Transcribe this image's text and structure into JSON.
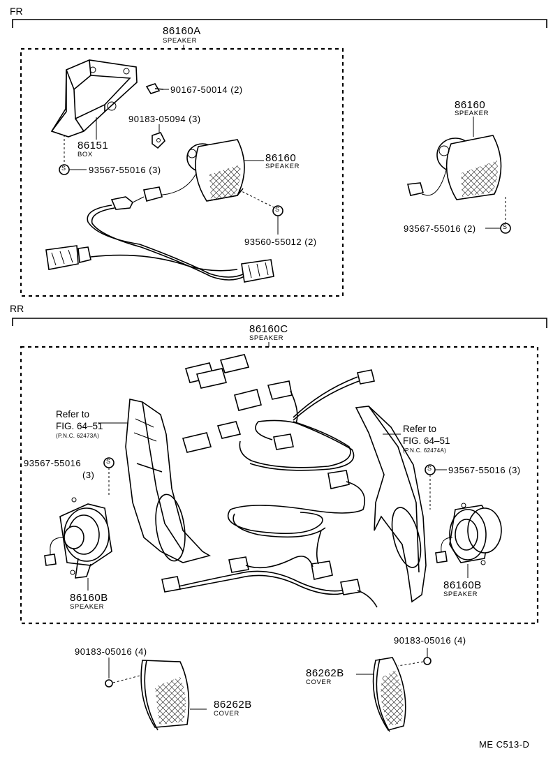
{
  "sections": {
    "fr": "FR",
    "rr": "RR"
  },
  "fr": {
    "assy": {
      "pn": "86160A",
      "name": "SPEAKER"
    },
    "bolt": "90167-50014 (2)",
    "nut": "90183-05094 (3)",
    "box": {
      "pn": "86151",
      "name": "BOX"
    },
    "screw_box": "93567-55016 (3)",
    "speaker_inner": {
      "pn": "86160",
      "name": "SPEAKER"
    },
    "screw_inner": "93560-55012 (2)",
    "speaker_outer": {
      "pn": "86160",
      "name": "SPEAKER"
    },
    "screw_outer": "93567-55016 (2)"
  },
  "rr": {
    "assy": {
      "pn": "86160C",
      "name": "SPEAKER"
    },
    "refer_left": {
      "line1": "Refer to",
      "line2": "FIG. 64–51",
      "line3": "(P.N.C. 62473A)"
    },
    "refer_right": {
      "line1": "Refer to",
      "line2": "FIG. 64–51",
      "line3": "(P.N.C. 62474A)"
    },
    "screw_left": {
      "pn": "93567-55016",
      "qty": "(3)"
    },
    "screw_right": "93567-55016 (3)",
    "speaker_left": {
      "pn": "86160B",
      "name": "SPEAKER"
    },
    "speaker_right": {
      "pn": "86160B",
      "name": "SPEAKER"
    },
    "nut_left": "90183-05016 (4)",
    "nut_right": "90183-05016 (4)",
    "cover_left": {
      "pn": "86262B",
      "name": "COVER"
    },
    "cover_right": {
      "pn": "86262B",
      "name": "COVER"
    }
  },
  "screw_symbol": "S",
  "diagram_code": "ME C513-D"
}
